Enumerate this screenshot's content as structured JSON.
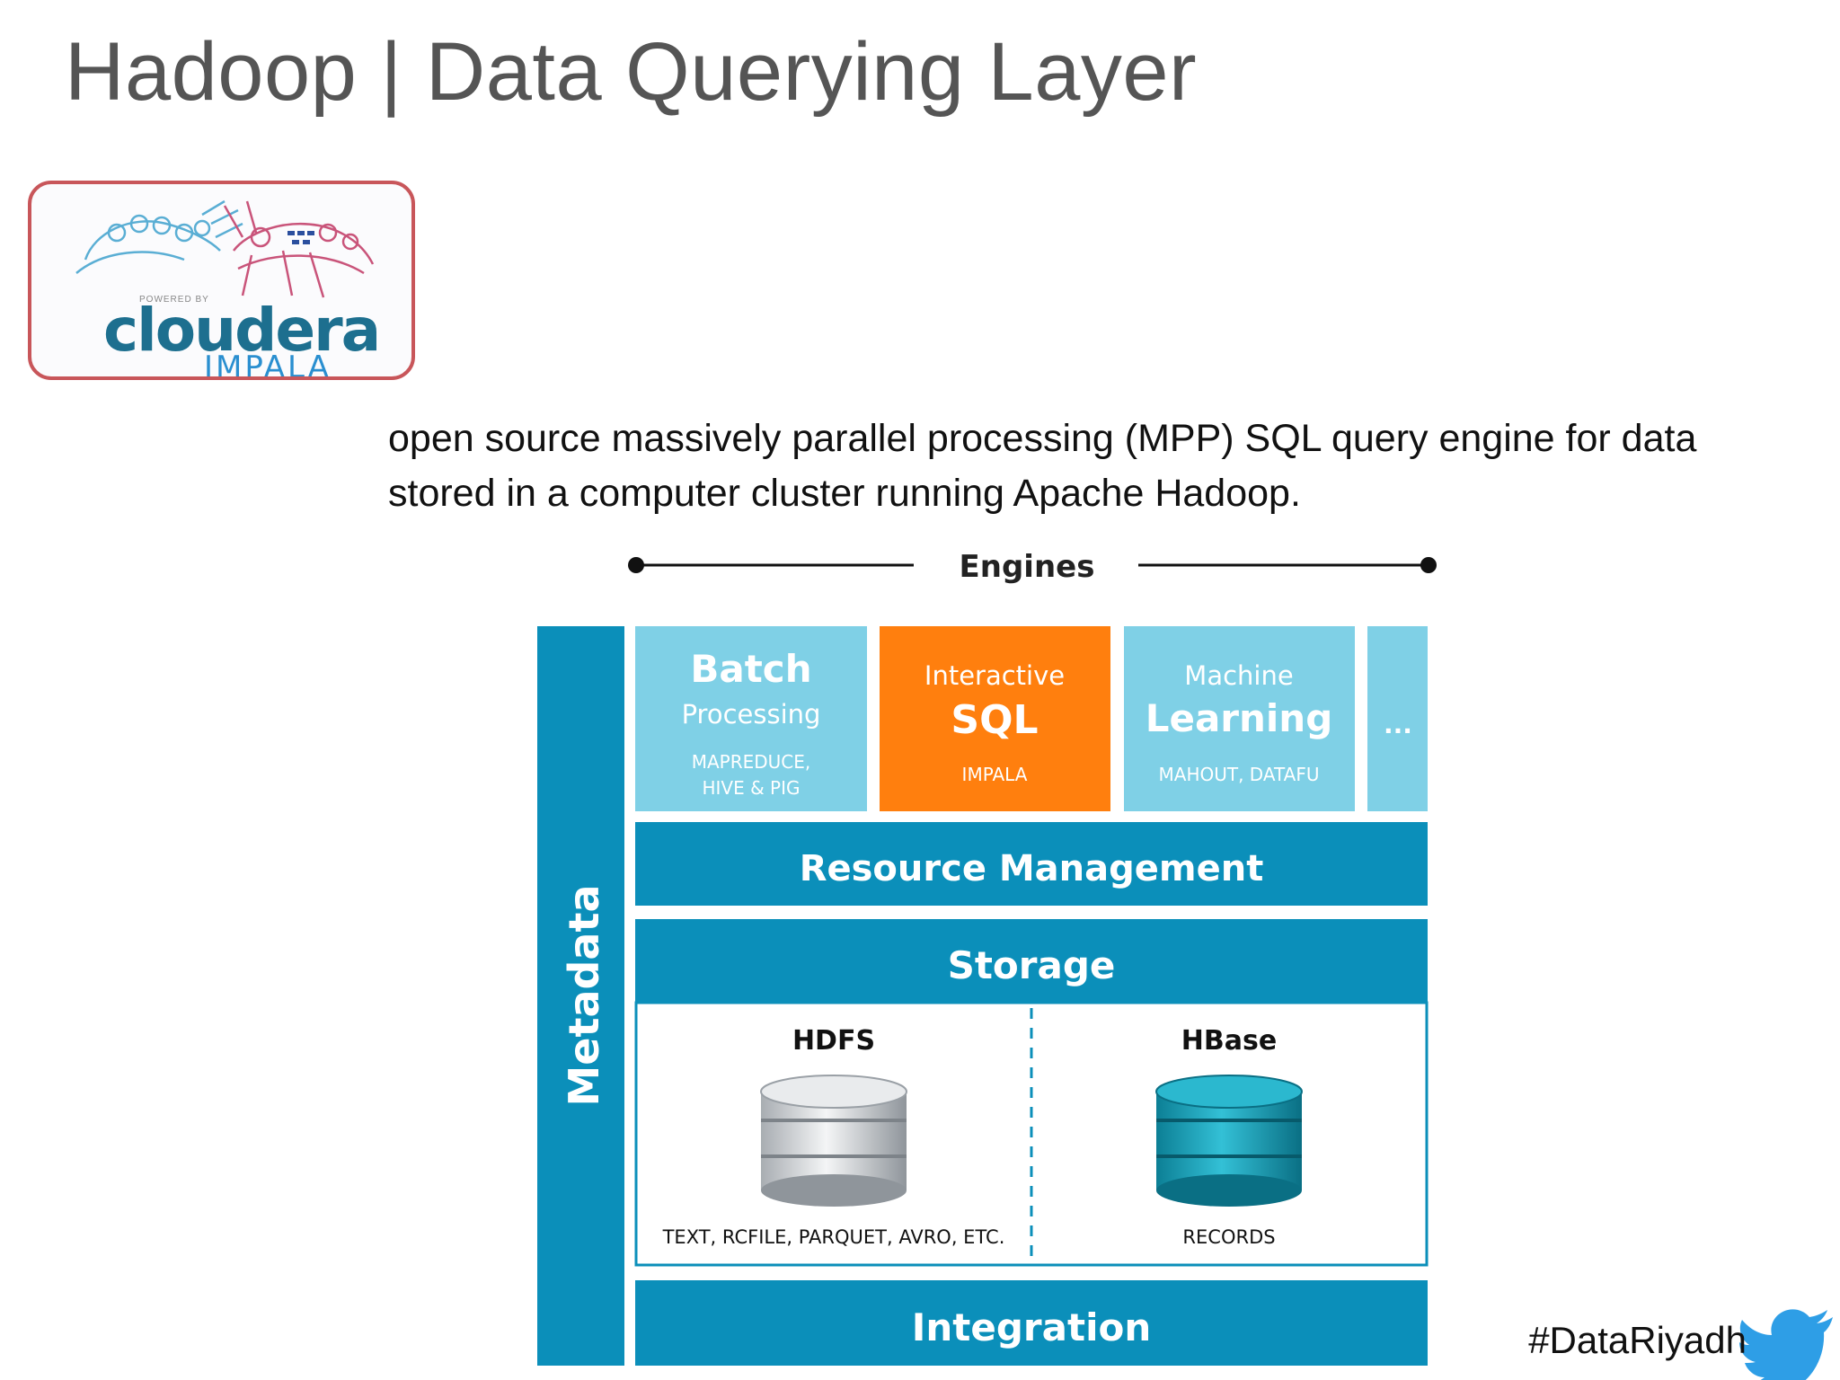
{
  "slide": {
    "title": "Hadoop | Data Querying Layer",
    "description": "open source massively parallel processing (MPP) SQL query engine for data stored in a computer cluster running Apache Hadoop.",
    "hashtag": "#DataRiyadh"
  },
  "logo": {
    "powered_by": "POWERED BY",
    "wordmark": "cloudera",
    "product": "IMPALA"
  },
  "diagram": {
    "engines_label": "Engines",
    "metadata_label": "Metadata",
    "engines": [
      {
        "line1": "Batch",
        "line2": "Processing",
        "sub1": "MAPREDUCE,",
        "sub2": "HIVE & PIG"
      },
      {
        "line1": "Interactive",
        "line2": "SQL",
        "sub1": "IMPALA"
      },
      {
        "line1": "Machine",
        "line2": "Learning",
        "sub1": "MAHOUT, DATAFU"
      },
      {
        "line1": "..."
      }
    ],
    "resource_label": "Resource Management",
    "storage_label": "Storage",
    "hdfs": {
      "title": "HDFS",
      "caption": "TEXT, RCFILE, PARQUET, AVRO, ETC."
    },
    "hbase": {
      "title": "HBase",
      "caption": "RECORDS"
    },
    "integration_label": "Integration"
  },
  "colors": {
    "dark_teal": "#0b8fba",
    "light_teal": "#7fd0e6",
    "orange": "#ff7f0e",
    "title_gray": "#555555",
    "logo_border": "#c8565a"
  }
}
